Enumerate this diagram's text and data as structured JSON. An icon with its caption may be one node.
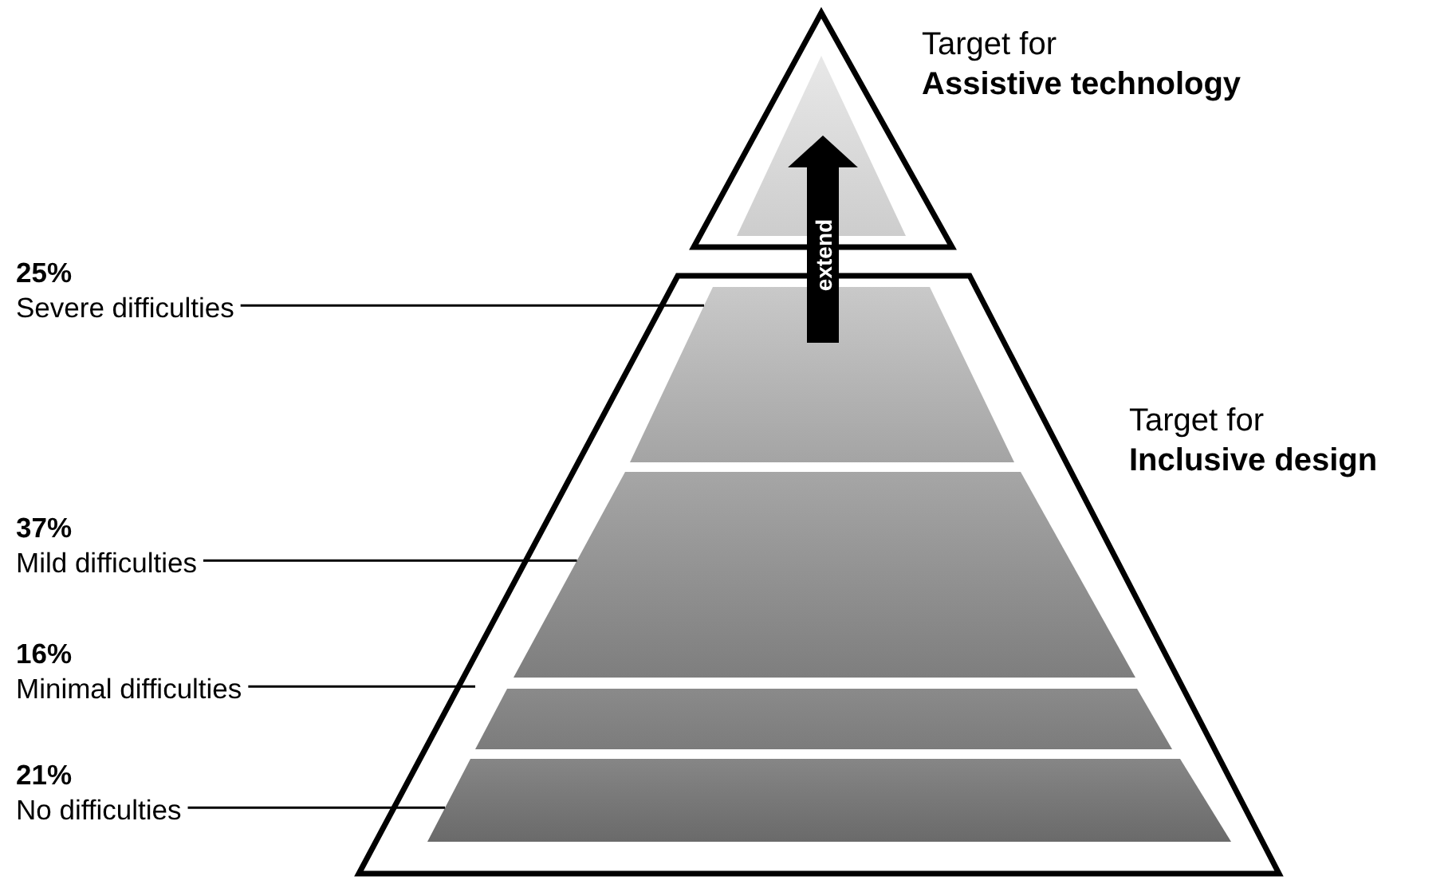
{
  "diagram": {
    "nodes": [
      {
        "text": [
          "Target for **Assistive technology**"
        ]
      },
      {
        "text": [
          "Target for **Inclusive design**"
        ]
      },
      {
        "text": [],
        "shape": "band",
        "in": 1
      },
      {
        "text": [],
        "shape": "band",
        "in": 1
      },
      {
        "text": [],
        "shape": "band",
        "in": 1
      },
      {
        "text": [],
        "shape": "band",
        "in": 1
      },
      {
        "text": [
          "25%",
          "Severe difficulties"
        ]
      },
      {
        "text": [
          "37%",
          "Mild difficulties"
        ]
      },
      {
        "text": [
          "16%",
          "Minimal difficulties"
        ]
      },
      {
        "text": [
          "21%",
          "No difficulties"
        ]
      }
    ],
    "edges": [
      {
        "from": 6,
        "to": 2,
        "arrow": "none"
      },
      {
        "from": 7,
        "to": 3,
        "arrow": "none"
      },
      {
        "from": 8,
        "to": 4,
        "arrow": "none"
      },
      {
        "from": 9,
        "to": 5,
        "arrow": "none"
      },
      {
        "from": 2,
        "to": 0,
        "arrow": "to",
        "label": "extend",
        "style": "thick"
      }
    ]
  }
}
